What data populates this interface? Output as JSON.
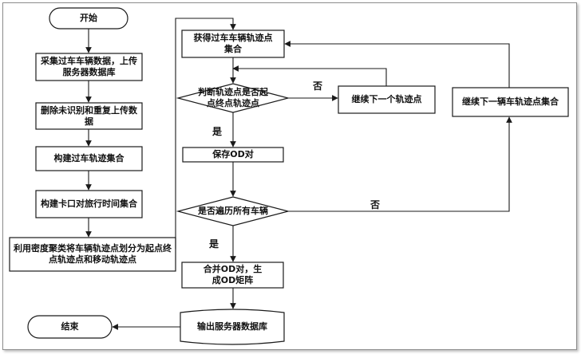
{
  "nodes": {
    "start": "开始",
    "collect": "采集过车车辆数据，上传服务器数据库",
    "delete": "删除未识别和重复上传数据",
    "build_set": "构建过车轨迹集合",
    "build_od": "构建卡口对旅行时间集合",
    "cluster": "利用密度聚类将车辆轨迹点划分为起点终点轨迹点和移动轨迹点",
    "get_track": "获得过车车辆轨迹点集合",
    "judge": "判断轨迹点是否起点终点轨迹点",
    "next_point": "继续下一个轨迹点",
    "next_vehicle": "继续下一辆车轨迹点集合",
    "save_od": "保存OD对",
    "all_traversed": "是否遍历所有车辆",
    "merge": "合并OD对，生成OD矩阵",
    "output": "输出服务器数据库",
    "end": "结束"
  },
  "edges": {
    "judge_no": "否",
    "judge_yes": "是",
    "traverse_no": "否",
    "traverse_yes": "是"
  }
}
